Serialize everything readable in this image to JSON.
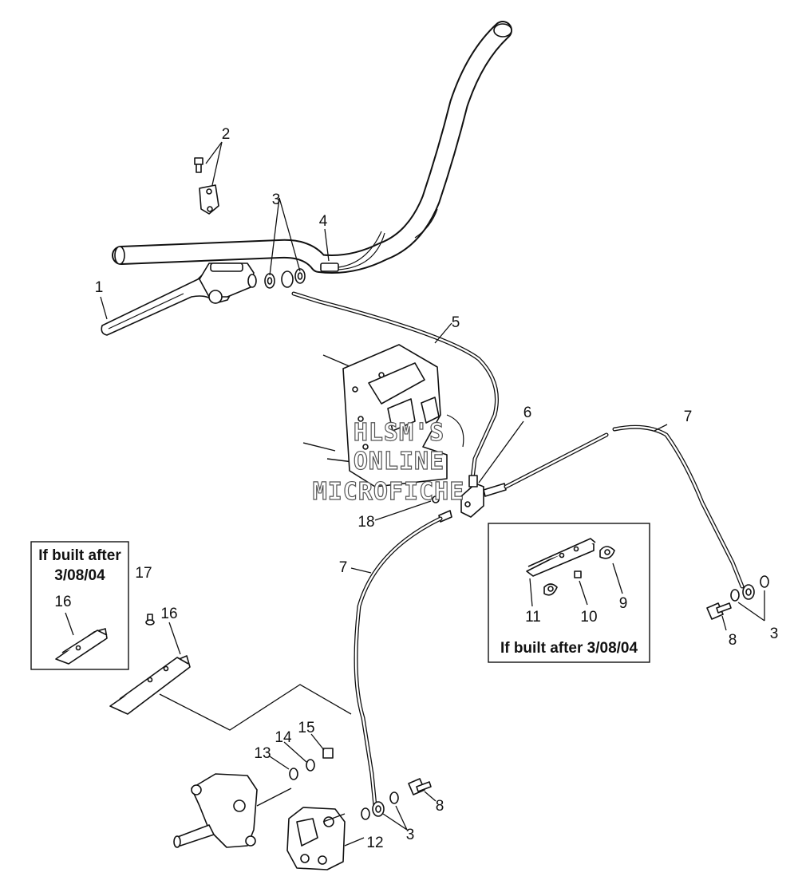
{
  "watermark": {
    "line1": "HLSM'S",
    "line2": "ONLINE",
    "line3": "MICROFICHE"
  },
  "callouts": {
    "c1": "1",
    "c2": "2",
    "c3a": "3",
    "c3b": "3",
    "c3c": "3",
    "c4": "4",
    "c5": "5",
    "c6": "6",
    "c7a": "7",
    "c7b": "7",
    "c8a": "8",
    "c8b": "8",
    "c9": "9",
    "c10": "10",
    "c11": "11",
    "c12": "12",
    "c13": "13",
    "c14": "14",
    "c15": "15",
    "c16a": "16",
    "c16b": "16",
    "c17": "17",
    "c18": "18"
  },
  "left_box": {
    "title_line1": "If built after",
    "title_line2": "3/08/04"
  },
  "right_box": {
    "caption": "If built after 3/08/04"
  }
}
